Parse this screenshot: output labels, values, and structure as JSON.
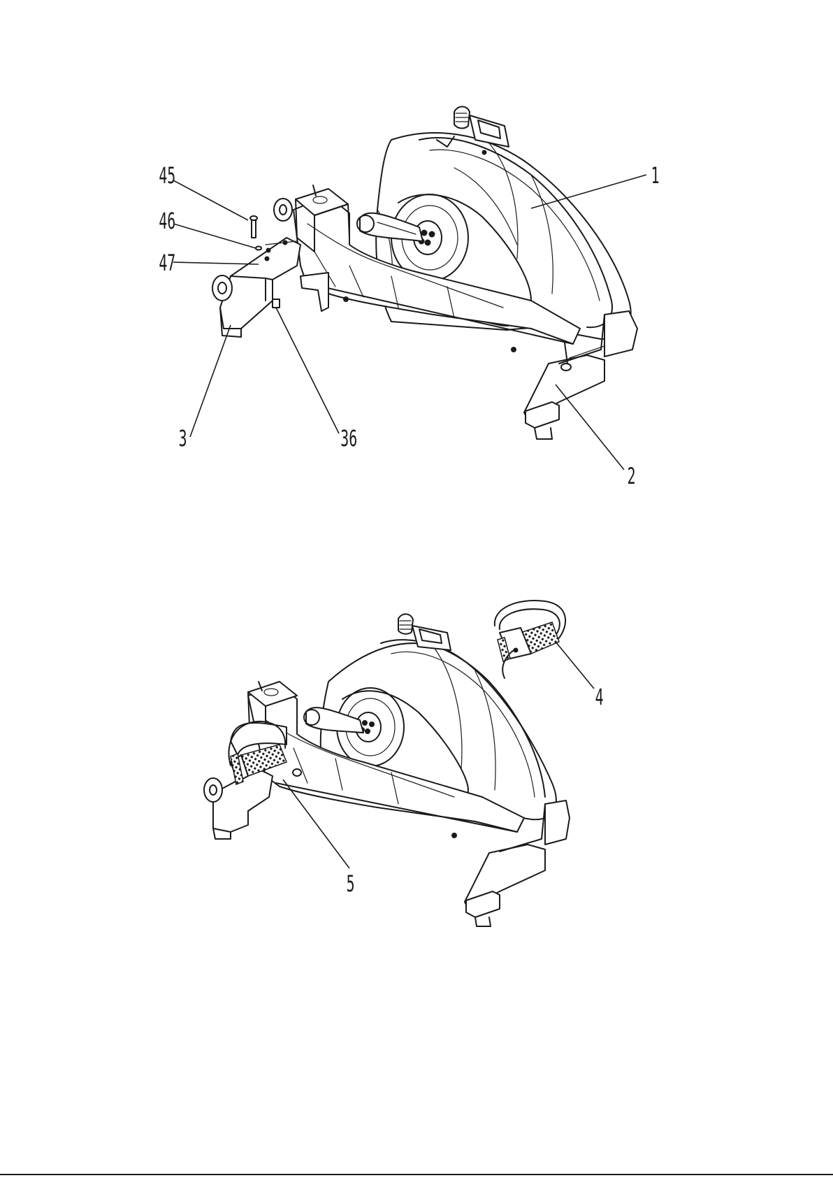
{
  "figure_top": {
    "callouts": [
      {
        "id": "c1",
        "label": "1"
      },
      {
        "id": "c2",
        "label": "2"
      },
      {
        "id": "c3",
        "label": "3"
      },
      {
        "id": "c36",
        "label": "36"
      },
      {
        "id": "c45",
        "label": "45"
      },
      {
        "id": "c46",
        "label": "46"
      },
      {
        "id": "c47",
        "label": "47"
      }
    ]
  },
  "figure_bottom": {
    "callouts": [
      {
        "id": "c4",
        "label": "4"
      },
      {
        "id": "c5",
        "label": "5"
      }
    ]
  },
  "colors": {
    "line": "#1a1a1a",
    "background": "#ffffff"
  }
}
